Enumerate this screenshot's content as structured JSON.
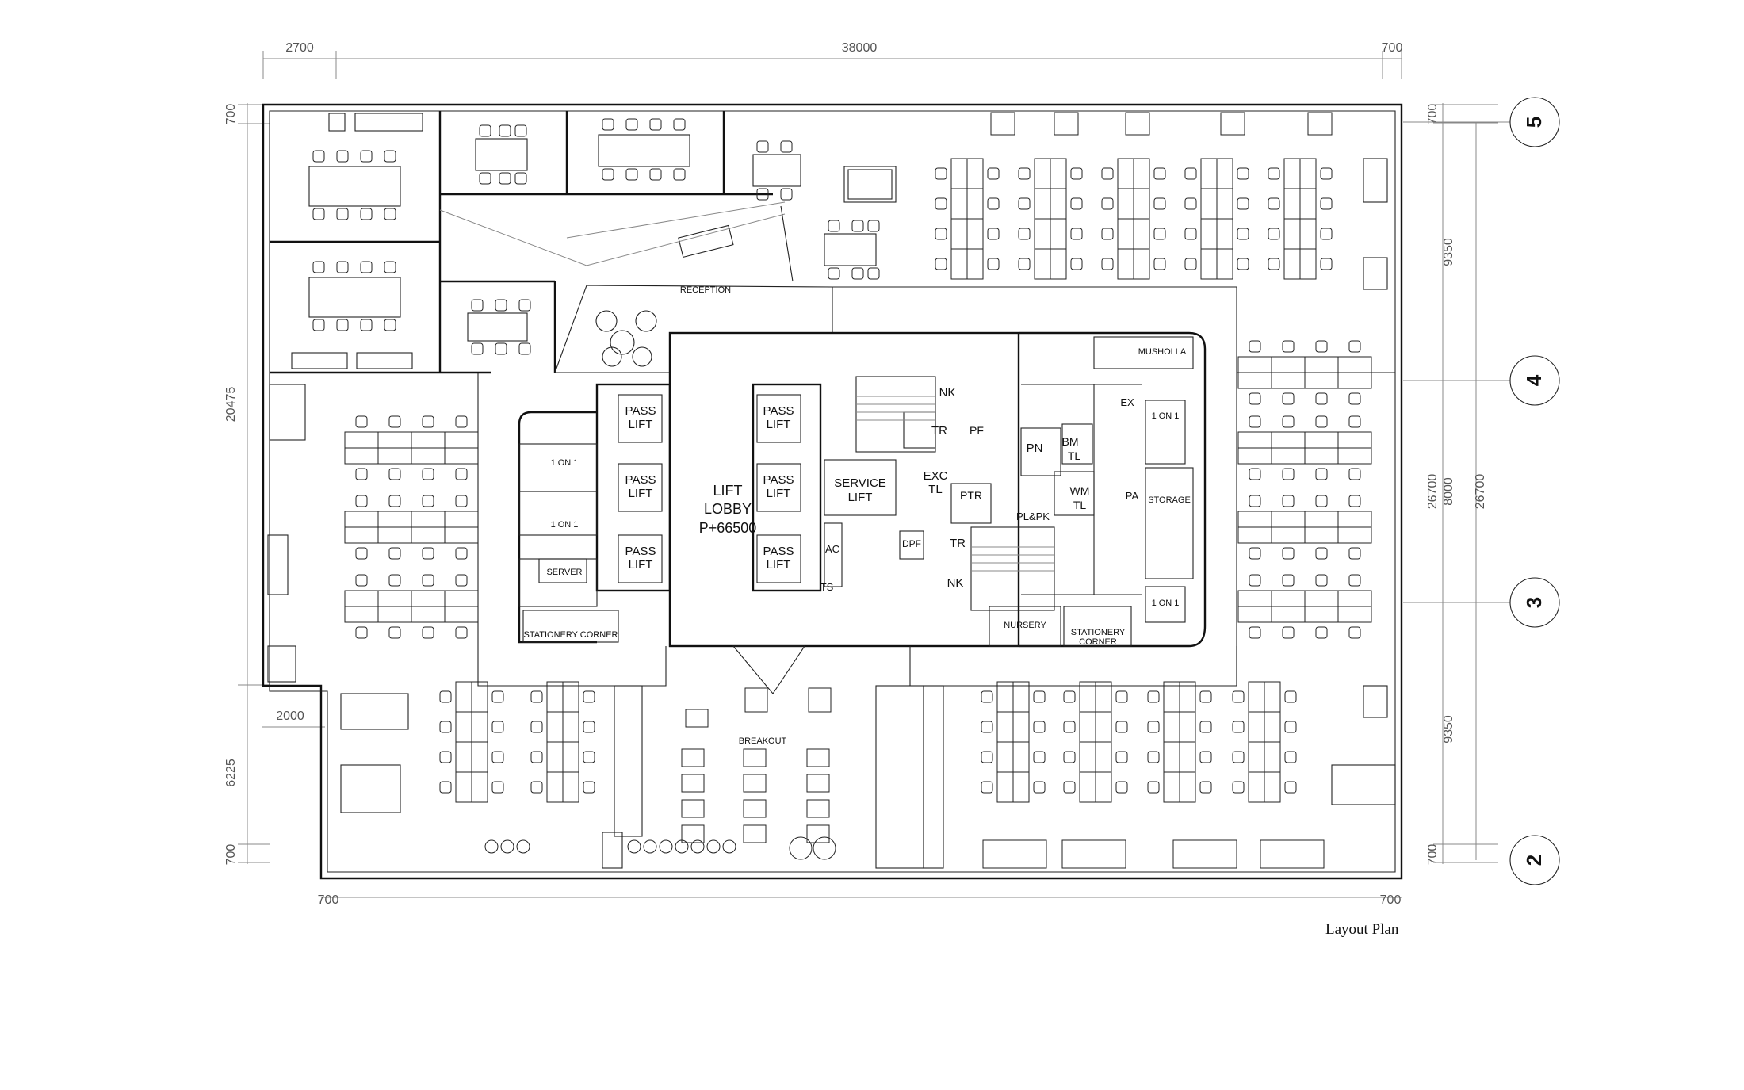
{
  "caption": "Layout Plan",
  "dimensions": {
    "top_left": "2700",
    "top_center": "38000",
    "top_right": "700",
    "left_top": "700",
    "left_main": "20475",
    "left_step": "2000",
    "left_lower": "6225",
    "left_bottom": "700",
    "bottom_left": "700",
    "bottom_right": "700",
    "right_top": "700",
    "right_upper": "9350",
    "right_core": "26700",
    "right_core_inner": "8000",
    "right_core_outer": "26700",
    "right_lower": "9350",
    "right_bottom": "700"
  },
  "grid_markers": [
    "5",
    "4",
    "3",
    "2"
  ],
  "room_labels": {
    "reception": "RECEPTION",
    "musholla": "MUSHOLLA",
    "lift_lobby_1": "LIFT",
    "lift_lobby_2": "LOBBY",
    "lift_lobby_3": "P+66500",
    "pass_lift_1": "PASS",
    "pass_lift_2": "LIFT",
    "service_lift_1": "SERVICE",
    "service_lift_2": "LIFT",
    "one_on_one": "1 ON 1",
    "server": "SERVER",
    "stationery_corner": "STATIONERY CORNER",
    "stationery_1": "STATIONERY",
    "stationery_2": "CORNER",
    "breakout": "BREAKOUT",
    "nursery": "NURSERY",
    "storage": "STORAGE",
    "nk": "NK",
    "tr": "TR",
    "pf": "PF",
    "pn": "PN",
    "bm": "BM",
    "tl": "TL",
    "wm": "WM",
    "exc": "EXC",
    "ptr": "PTR",
    "pl_pk": "PL&PK",
    "dpf": "DPF",
    "ac": "AC",
    "ts": "TS",
    "ex": "EX",
    "pa": "PA"
  }
}
